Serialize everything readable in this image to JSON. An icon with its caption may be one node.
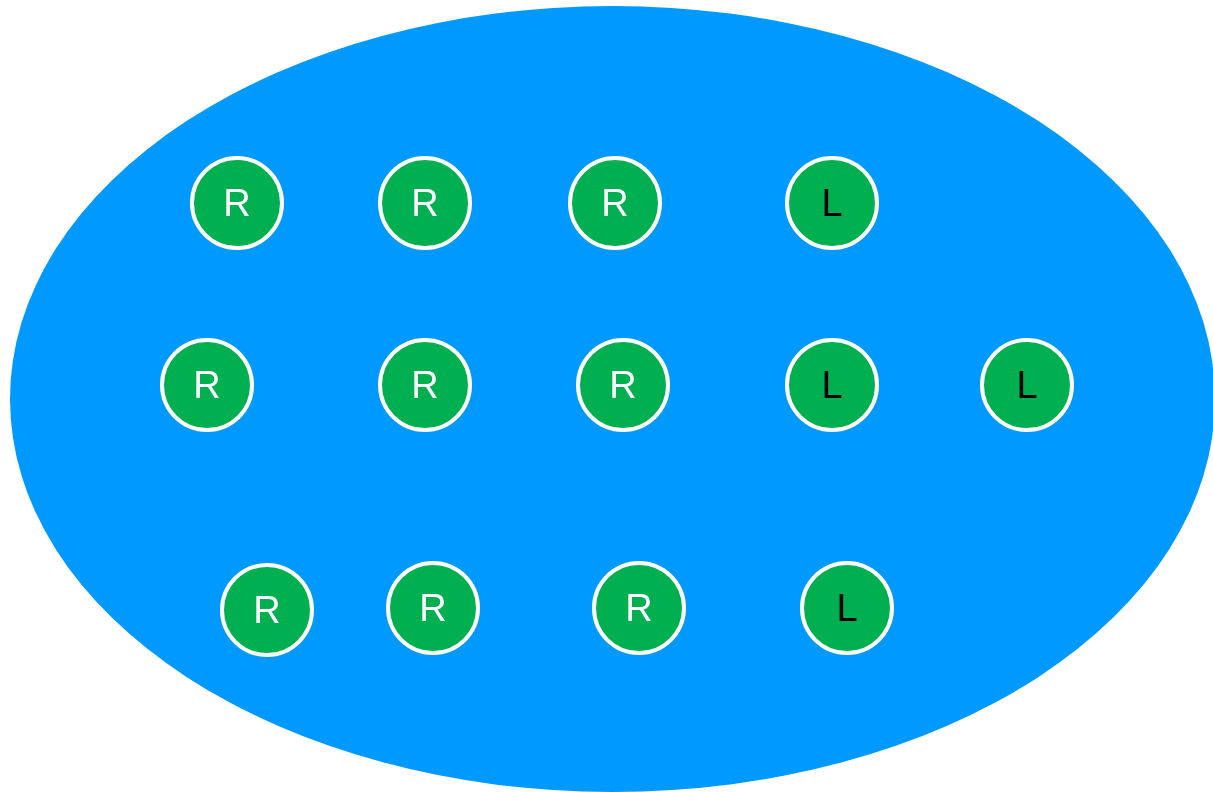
{
  "diagram": {
    "nodes": [
      {
        "text": [],
        "shape": "ellipse"
      },
      {
        "text": [
          "R"
        ],
        "in": 0
      },
      {
        "text": [
          "R"
        ],
        "in": 0
      },
      {
        "text": [
          "R"
        ],
        "in": 0
      },
      {
        "text": [
          "L"
        ],
        "in": 0
      },
      {
        "text": [
          "R"
        ],
        "in": 0
      },
      {
        "text": [
          "R"
        ],
        "in": 0
      },
      {
        "text": [
          "R"
        ],
        "in": 0
      },
      {
        "text": [
          "L"
        ],
        "in": 0
      },
      {
        "text": [
          "L"
        ],
        "in": 0
      },
      {
        "text": [
          "R"
        ],
        "in": 0
      },
      {
        "text": [
          "R"
        ],
        "in": 0
      },
      {
        "text": [
          "R"
        ],
        "in": 0
      },
      {
        "text": [
          "L"
        ],
        "in": 0
      }
    ]
  }
}
